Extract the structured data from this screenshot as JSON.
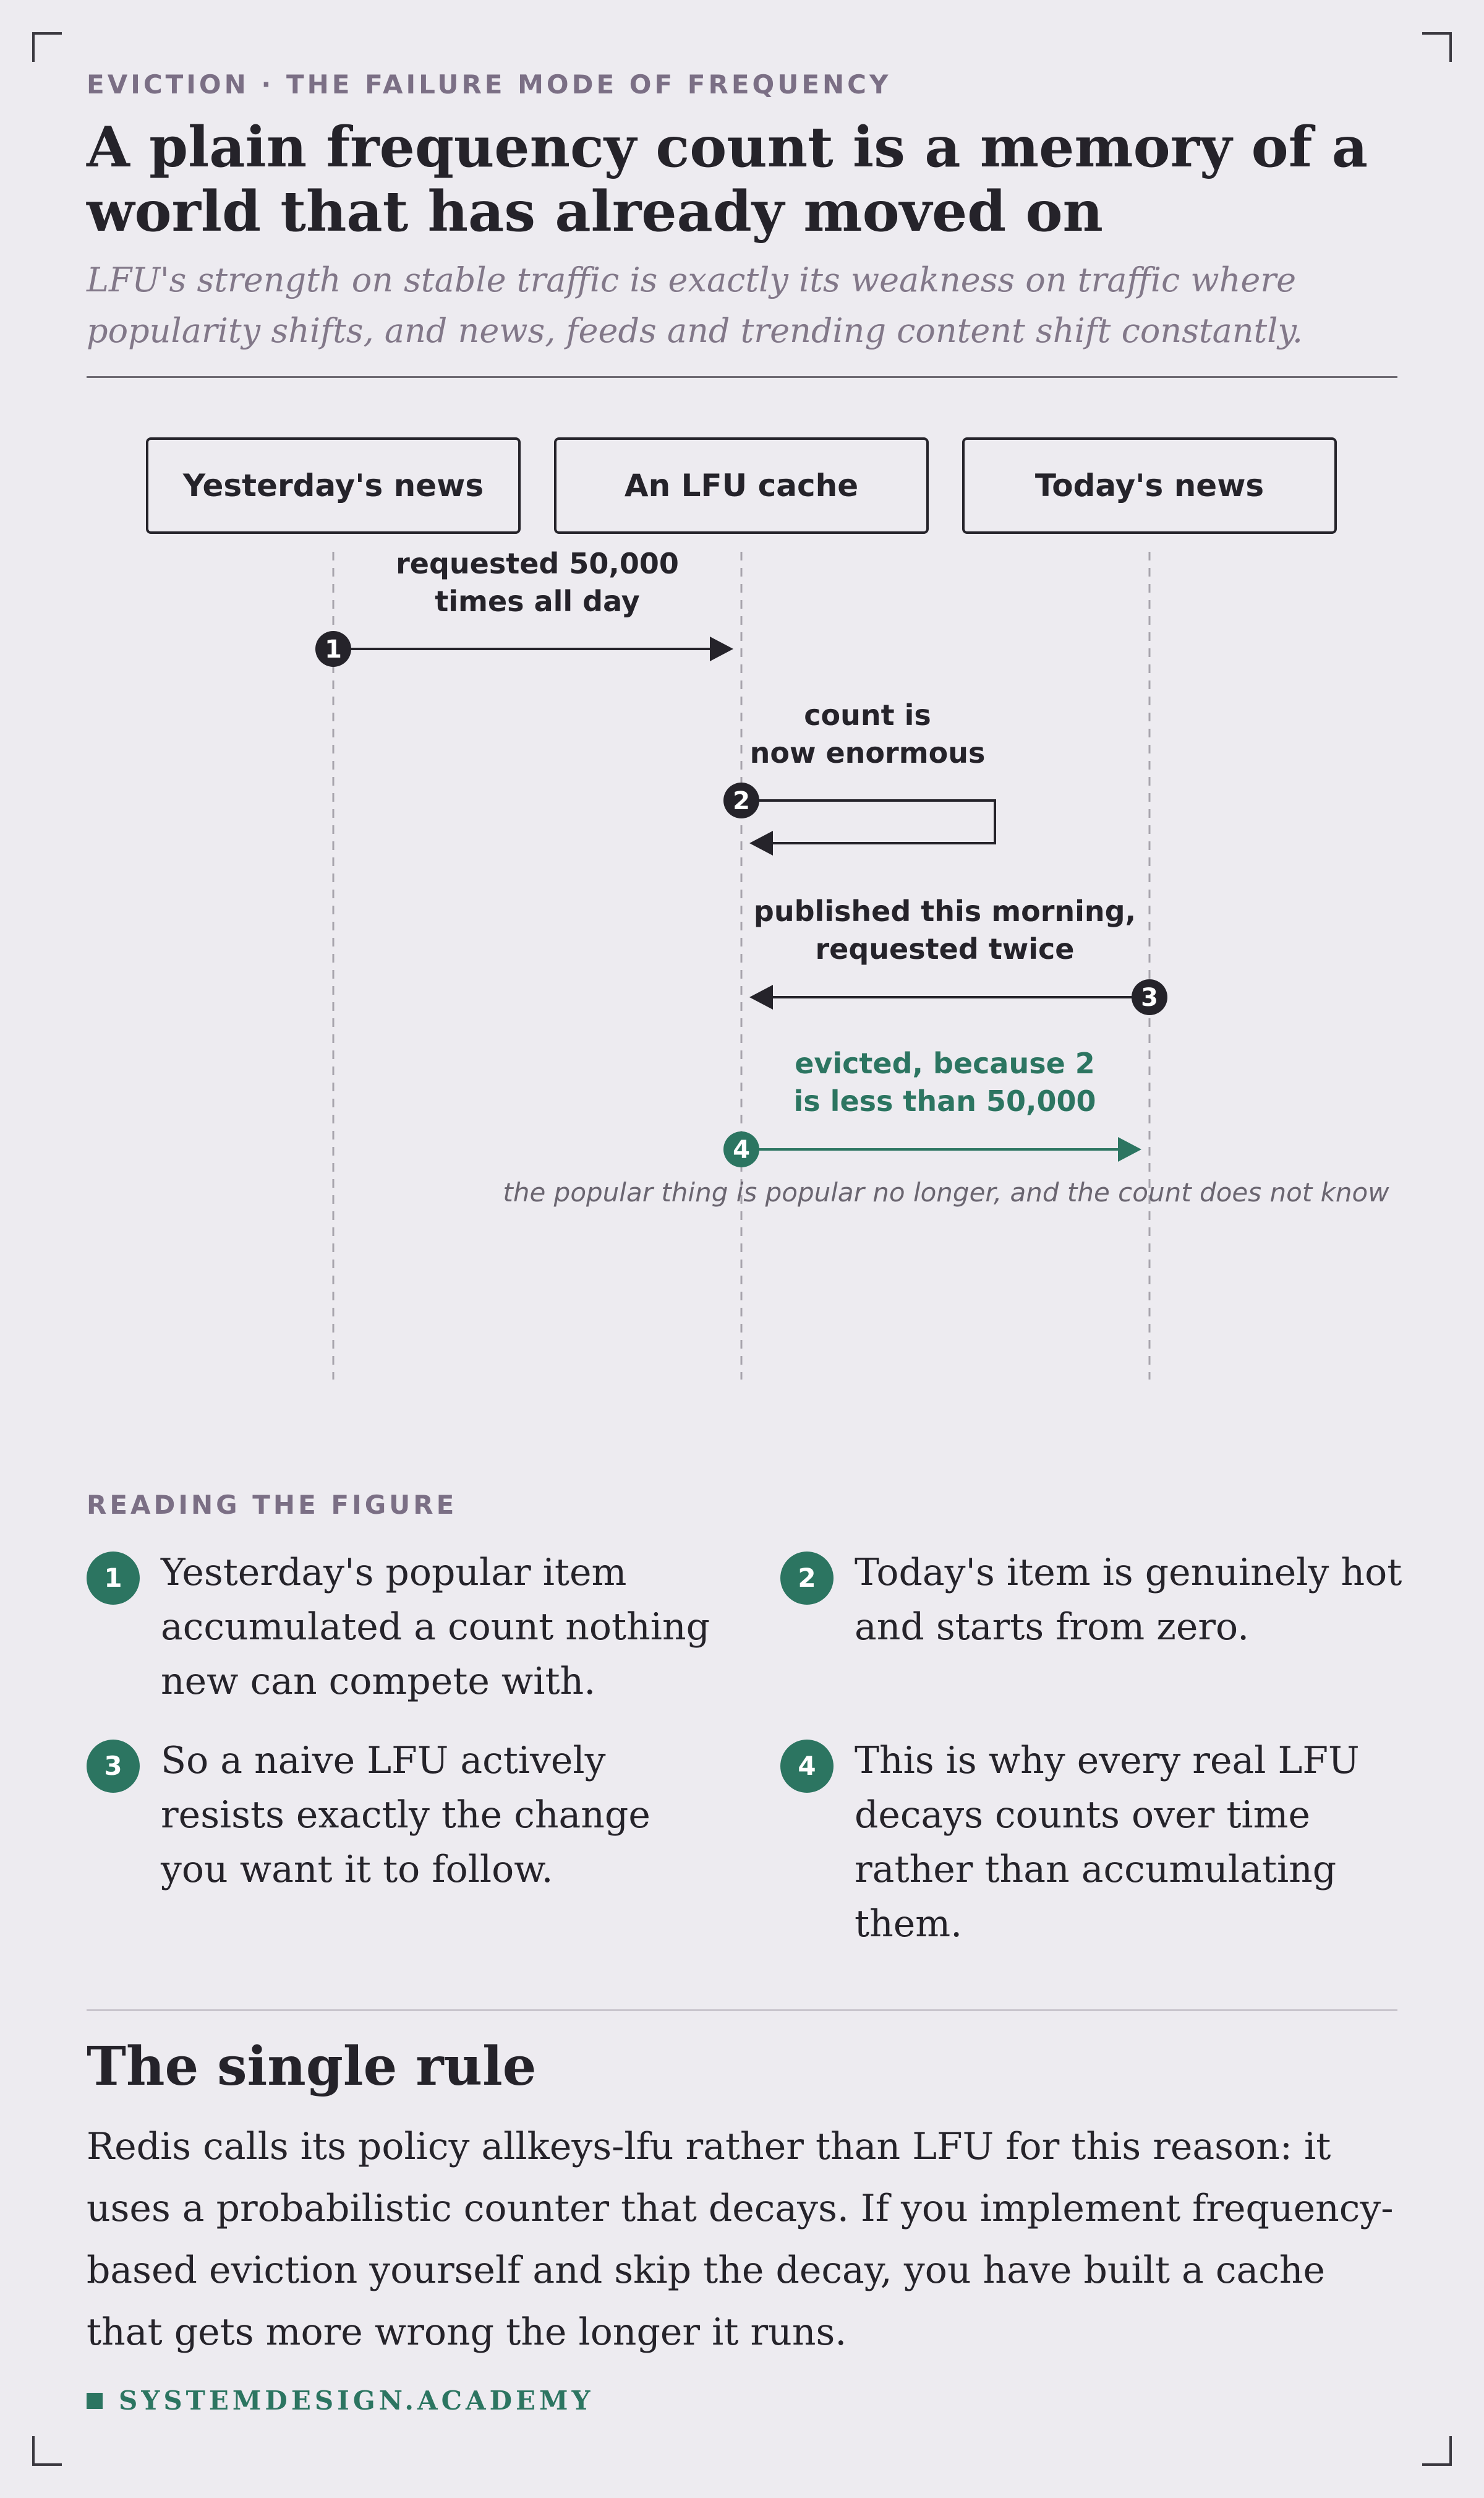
{
  "header": {
    "eyebrow": "EVICTION · THE FAILURE MODE OF FREQUENCY",
    "title": "A plain frequency count is a memory of a world that has already moved on",
    "subtitle": "LFU's strength on stable traffic is exactly its weakness on traffic where popularity shifts, and news, feeds and trending content shift constantly."
  },
  "diagram": {
    "actors": [
      "Yesterday's news",
      "An LFU cache",
      "Today's news"
    ],
    "messages": [
      {
        "step": "1",
        "lines": [
          "requested 50,000",
          "times all day"
        ]
      },
      {
        "step": "2",
        "lines": [
          "count is",
          "now enormous"
        ]
      },
      {
        "step": "3",
        "lines": [
          "published this morning,",
          "requested twice"
        ]
      },
      {
        "step": "4",
        "lines": [
          "evicted, because 2",
          "is less than 50,000"
        ]
      }
    ],
    "note": "the popular thing is popular no longer, and the count does not know"
  },
  "reading": {
    "heading": "READING THE FIGURE",
    "steps": [
      {
        "num": "1",
        "text": "Yesterday's popular item accumulated a count nothing new can compete with."
      },
      {
        "num": "2",
        "text": "Today's item is genuinely hot and starts from zero."
      },
      {
        "num": "3",
        "text": "So a naive LFU actively resists exactly the change you want it to follow."
      },
      {
        "num": "4",
        "text": "This is why every real LFU decays counts over time rather than accumulating them."
      }
    ]
  },
  "rule": {
    "heading": "The single rule",
    "body": "Redis calls its policy allkeys-lfu rather than LFU for this reason: it uses a probabilistic counter that decays. If you implement frequency-based eviction yourself and skip the decay, you have built a cache that gets more wrong the longer it runs."
  },
  "footer": {
    "brand": "SYSTEMDESIGN.ACADEMY"
  },
  "colors": {
    "accent": "#2c7561",
    "ink": "#25232a",
    "muted": "#7b6f85",
    "background": "#edebf0"
  }
}
